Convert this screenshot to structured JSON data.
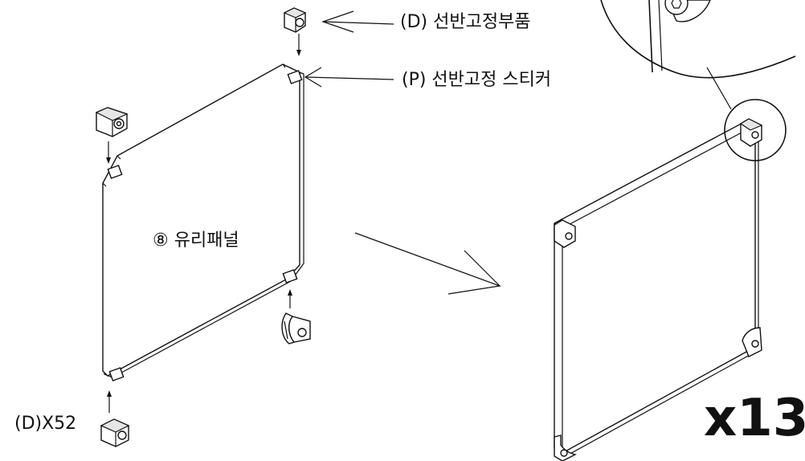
{
  "labels": {
    "part_d": "(D) 선반고정부품",
    "part_p": "(P) 선반고정 스티커",
    "panel": "⑧ 유리패널",
    "part_d_qty": "(D)X52",
    "repeat": "x13"
  },
  "icons": [
    "shelf-bracket-icon",
    "sticker-icon",
    "arrow-icon",
    "zoom-circle-icon",
    "hex-screw-icon"
  ]
}
